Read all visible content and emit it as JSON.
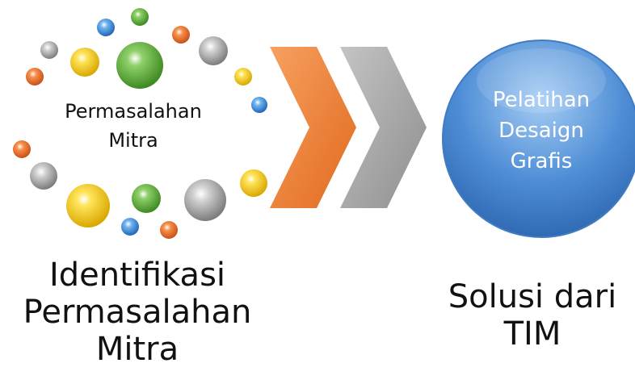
{
  "left_cluster": {
    "label_lines": [
      "Permasalahan",
      "Mitra"
    ]
  },
  "solution_circle": {
    "label_lines": [
      "Pelatihan",
      "Desaign",
      "Grafis"
    ],
    "color": "#4f8ed6"
  },
  "captions": {
    "left_lines": [
      "Identifikasi",
      "Permasalahan",
      "Mitra"
    ],
    "right_lines": [
      "Solusi dari",
      "TIM"
    ]
  },
  "arrows": {
    "first_color": "#f08030",
    "second_color": "#a5a5a5"
  },
  "bubble_colors": {
    "green": "#5aa83a",
    "yellow": "#f2c811",
    "blue": "#3d8fd8",
    "orange": "#ea6c22",
    "gray": "#a8a8a8"
  }
}
